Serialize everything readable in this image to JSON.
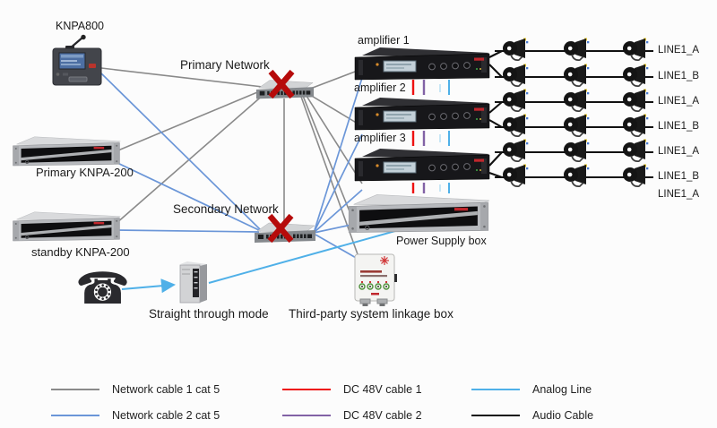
{
  "colors": {
    "net1": "#8a8a8a",
    "net2": "#6b96d8",
    "dc1": "#ee1111",
    "dc2": "#8262a6",
    "analog": "#4fb0e8",
    "audio": "#111111",
    "cross": "#b60b0b"
  },
  "icons": {
    "phone": "☎"
  },
  "nodes": {
    "knpa800": {
      "label": "KNPA800"
    },
    "primary_network": {
      "label": "Primary Network"
    },
    "secondary_network": {
      "label": "Secondary Network"
    },
    "primary_knpa200": {
      "label": "Primary KNPA-200"
    },
    "standby_knpa200": {
      "label": "standby KNPA-200"
    },
    "amplifiers": [
      {
        "label": "amplifier 1"
      },
      {
        "label": "amplifier 2"
      },
      {
        "label": "amplifier 3"
      }
    ],
    "power_supply": {
      "label": "Power Supply box"
    },
    "linkage_box": {
      "label": "Third-party system linkage box"
    },
    "straight_through": {
      "label": "Straight through mode"
    }
  },
  "speakers": {
    "lines": [
      {
        "label": "LINE1_A",
        "speakers": 3
      },
      {
        "label": "LINE1_B",
        "speakers": 3
      },
      {
        "label": "LINE1_A",
        "speakers": 3
      },
      {
        "label": "LINE1_B",
        "speakers": 3
      },
      {
        "label": "LINE1_A",
        "speakers": 3
      },
      {
        "label": "LINE1_B",
        "speakers": 3
      },
      {
        "label": "LINE1_A",
        "speakers": 0
      }
    ]
  },
  "legend": {
    "items": [
      {
        "label": "Network cable 1  cat 5",
        "color": "#8a8a8a"
      },
      {
        "label": "Network cable 2 cat 5",
        "color": "#6b96d8"
      },
      {
        "label": "DC 48V cable 1",
        "color": "#ee1111"
      },
      {
        "label": "DC 48V cable 2",
        "color": "#8262a6"
      },
      {
        "label": "Analog Line",
        "color": "#4fb0e8"
      },
      {
        "label": "Audio Cable",
        "color": "#111111"
      }
    ]
  }
}
